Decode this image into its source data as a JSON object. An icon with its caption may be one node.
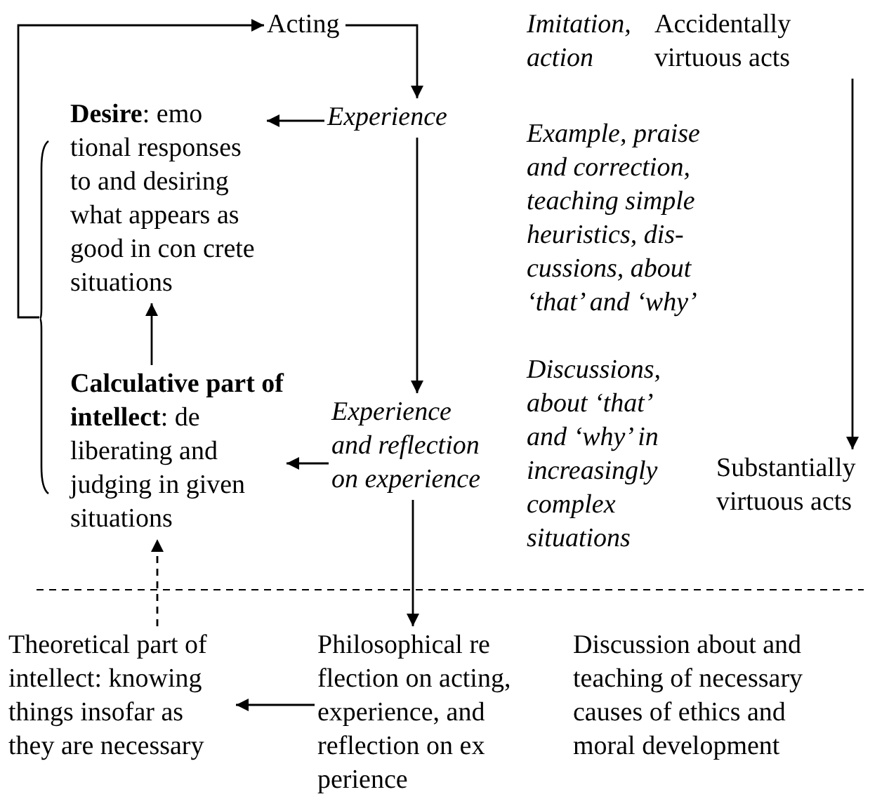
{
  "diagram": {
    "nodes": [
      {
        "text": [
          "Acting"
        ]
      },
      {
        "text": [
          "Experience"
        ]
      },
      {
        "text": [
          "**Desire**: emo tional responses to and desiring what appears as good in con crete situations"
        ]
      },
      {
        "text": [
          "**Calculative part of intellect**: de liberating and judging in given situations"
        ]
      },
      {
        "text": [
          "Experience and reflection on experience"
        ]
      },
      {
        "text": [
          "Accidentally virtuous acts"
        ]
      },
      {
        "text": [
          "Substantially virtuous acts"
        ]
      },
      {
        "text": [
          "Theoretical part of intellect: knowing things insofar as they are necessary"
        ]
      },
      {
        "text": [
          "Philosophical re flection on acting, experience, and reflection on ex perience"
        ]
      },
      {
        "text": [],
        "shape": "bracket"
      }
    ],
    "edges": [
      {
        "from": 9,
        "to": 0,
        "arrow": "to"
      },
      {
        "from": 0,
        "to": 1,
        "arrow": "to"
      },
      {
        "from": 1,
        "to": 2,
        "arrow": "to"
      },
      {
        "from": 1,
        "to": 4,
        "arrow": "to"
      },
      {
        "from": 4,
        "to": 3,
        "arrow": "to"
      },
      {
        "from": 3,
        "to": 2,
        "arrow": "to"
      },
      {
        "from": 5,
        "to": 6,
        "arrow": "to"
      },
      {
        "from": 4,
        "to": 8,
        "arrow": "to"
      },
      {
        "from": 8,
        "to": 7,
        "arrow": "to"
      },
      {
        "from": 7,
        "to": 3,
        "arrow": "to",
        "style": "dashed"
      }
    ],
    "labels": [
      "Imitation, action",
      "Example, praise and correction, teaching simple heuristics, dis- cussions, about ‘that’ and ‘why’",
      "Discussions, about ‘that’ and ‘why’ in increasingly complex situations",
      "Discussion about and teaching of necessary causes of ethics and moral development"
    ]
  }
}
